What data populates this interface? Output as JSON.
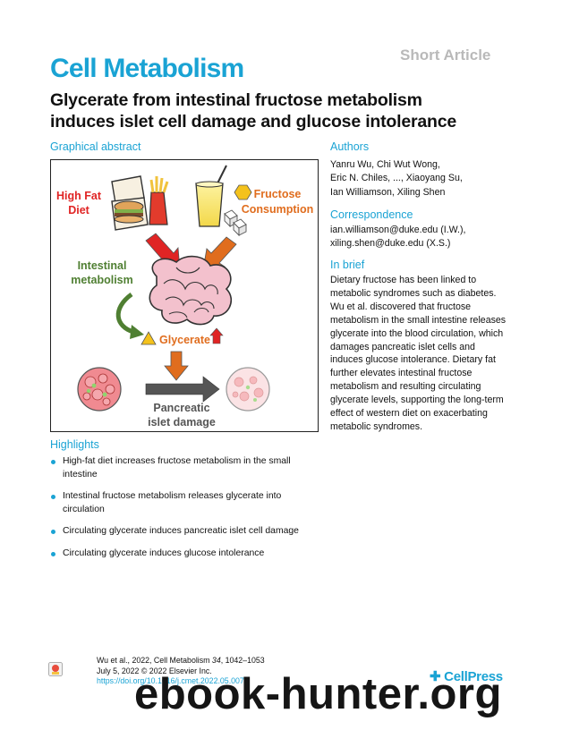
{
  "header": {
    "article_type": "Short Article",
    "journal": "Cell Metabolism",
    "title_line1": "Glycerate from intestinal fructose metabolism",
    "title_line2": "induces islet cell damage and glucose intolerance"
  },
  "graphical_abstract": {
    "heading": "Graphical abstract",
    "high_fat_line1": "High Fat",
    "high_fat_line2": "Diet",
    "fructose_line1": "Fructose",
    "fructose_line2": "Consumption",
    "intestinal_line1": "Intestinal",
    "intestinal_line2": "metabolism",
    "glycerate": "Glycerate",
    "pancreatic_line1": "Pancreatic",
    "pancreatic_line2": "islet damage",
    "colors": {
      "red": "#e02424",
      "orange": "#e06d1e",
      "green": "#4f7f32",
      "gray": "#555555"
    }
  },
  "authors": {
    "heading": "Authors",
    "lines": [
      "Yanru Wu, Chi Wut Wong,",
      "Eric N. Chiles, ..., Xiaoyang Su,",
      "Ian Williamson, Xiling Shen"
    ]
  },
  "correspondence": {
    "heading": "Correspondence",
    "lines": [
      "ian.williamson@duke.edu (I.W.),",
      "xiling.shen@duke.edu (X.S.)"
    ]
  },
  "in_brief": {
    "heading": "In brief",
    "lines": [
      "Dietary fructose has been linked to",
      "metabolic syndromes such as diabetes.",
      "Wu et al. discovered that fructose",
      "metabolism in the small intestine releases",
      "glycerate into the blood circulation, which",
      "damages pancreatic islet cells and",
      "induces glucose intolerance. Dietary fat",
      "further elevates intestinal fructose",
      "metabolism and resulting circulating",
      "glycerate levels, supporting the long-term",
      "effect of western diet on exacerbating",
      "metabolic syndromes."
    ]
  },
  "highlights": {
    "heading": "Highlights",
    "items": [
      [
        "High-fat diet increases fructose metabolism in the small",
        "intestine"
      ],
      [
        "Intestinal fructose metabolism releases glycerate into",
        "circulation"
      ],
      [
        "Circulating glycerate induces pancreatic islet cell damage"
      ],
      [
        "Circulating glycerate induces glucose intolerance"
      ]
    ]
  },
  "footer": {
    "citation_prefix": "Wu et al., 2022, Cell Metabolism ",
    "citation_volume": "34",
    "citation_pages": ", 1042–1053",
    "date_line": "July 5, 2022 © 2022 Elsevier Inc.",
    "doi": "https://doi.org/10.1016/j.cmet.2022.05.007",
    "publisher": "CellPress"
  },
  "watermark": "ebook-hunter.org"
}
